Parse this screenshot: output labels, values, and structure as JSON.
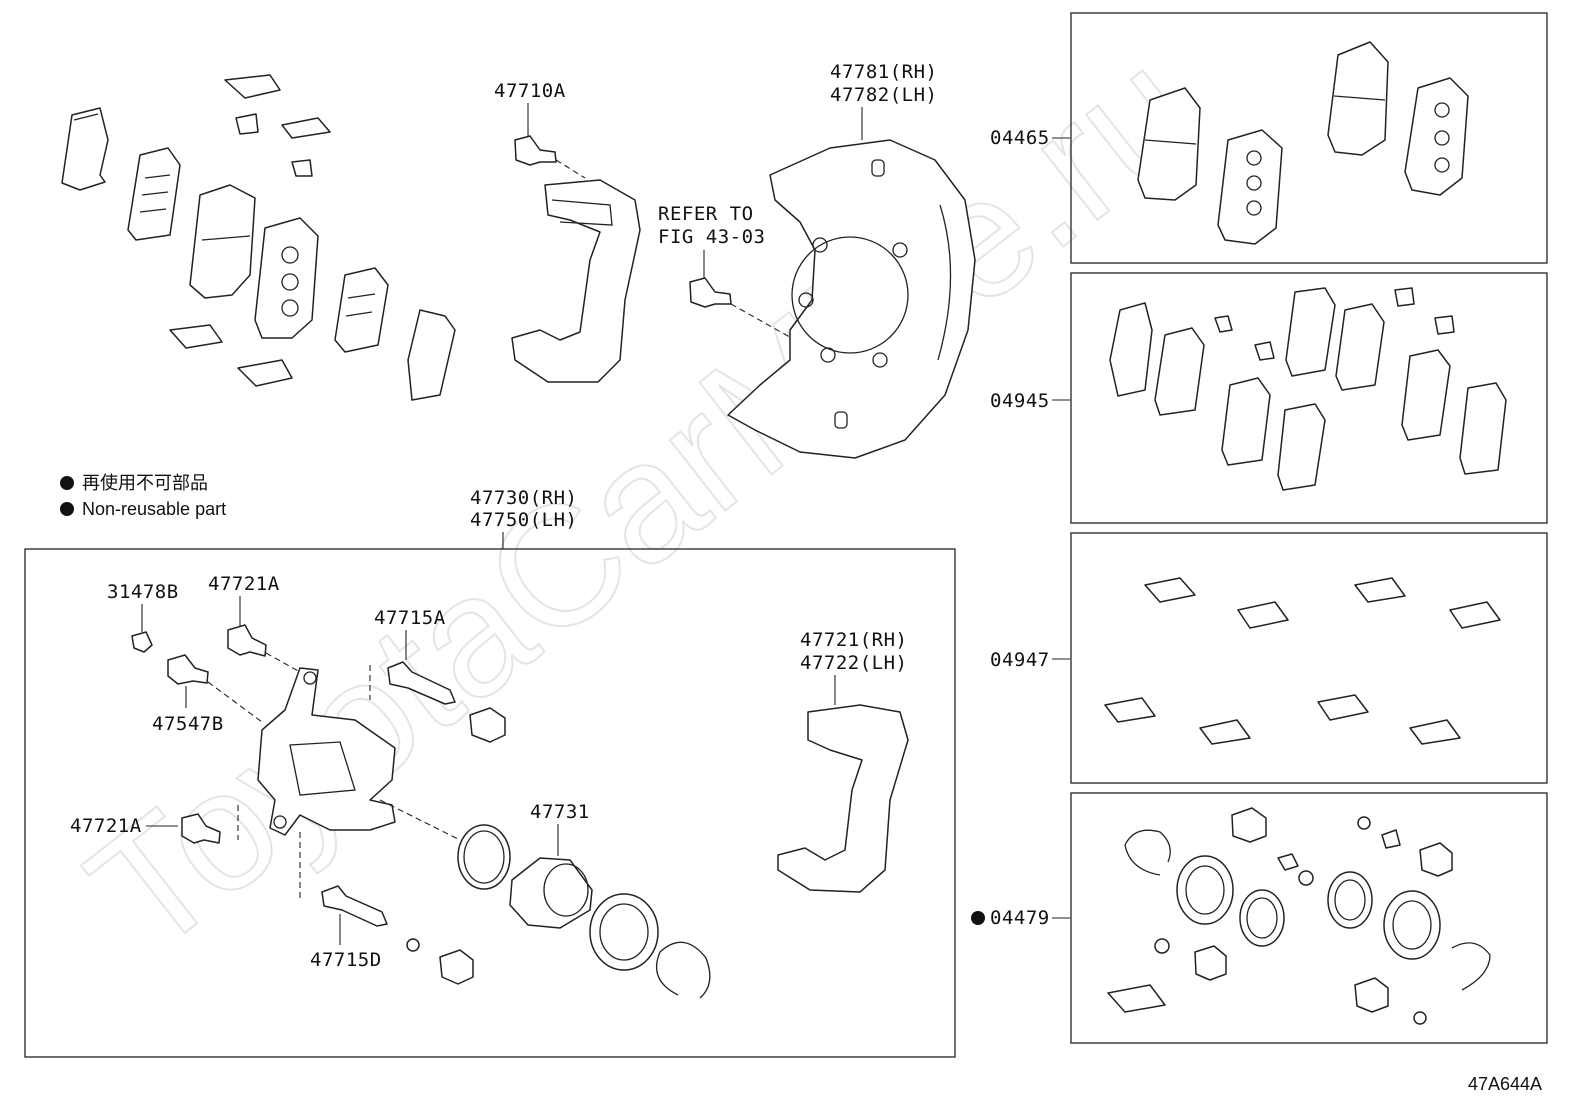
{
  "watermark": "ToyotaCarMine.ru",
  "legend": {
    "japanese": "再使用不可部品",
    "english": "Non-reusable part"
  },
  "diagram_id": "47A644A",
  "labels": {
    "p47710A": "47710A",
    "refer_line1": "REFER TO",
    "refer_line2": "FIG 43-03",
    "p47781": "47781(RH)",
    "p47782": "47782(LH)",
    "p47730": "47730(RH)",
    "p47750": "47750(LH)",
    "p31478B": "31478B",
    "p47721A_top": "47721A",
    "p47715A": "47715A",
    "p47547B": "47547B",
    "p47721A_left": "47721A",
    "p47731": "47731",
    "p47715D": "47715D",
    "p47721RH": "47721(RH)",
    "p47722LH": "47722(LH)"
  },
  "kits": [
    {
      "code": "04465",
      "non_reusable": false
    },
    {
      "code": "04945",
      "non_reusable": false
    },
    {
      "code": "04947",
      "non_reusable": false
    },
    {
      "code": "04479",
      "non_reusable": true
    }
  ]
}
